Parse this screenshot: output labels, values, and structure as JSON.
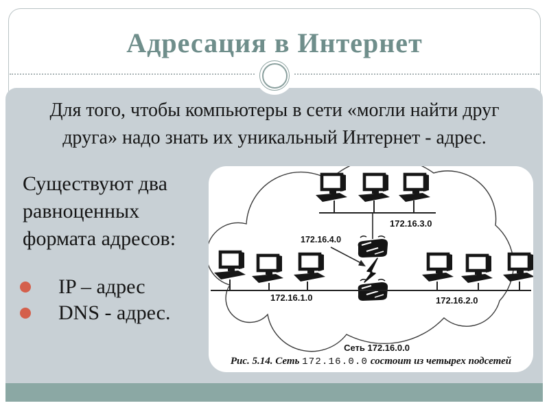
{
  "slide": {
    "title": "Адресация в Интернет",
    "intro": {
      "line1": "Для того, чтобы компьютеры в сети «могли найти друг",
      "line2": "друга» надо знать их уникальный Интернет - адрес."
    },
    "left_text": [
      "Существуют два",
      "равноценных",
      "формата адресов:"
    ],
    "bullets": [
      "IP – адрес",
      "DNS - адрес."
    ]
  },
  "figure": {
    "labels": {
      "subnet3": "172.16.3.0",
      "subnet4": "172.16.4.0",
      "subnet1": "172.16.1.0",
      "subnet2": "172.16.2.0",
      "network": "Сеть 172.16.0.0"
    },
    "caption": {
      "prefix": "Рис. 5.14. Сеть ",
      "ip": "172.16.0.0",
      "suffix": " состоит из четырех подсетей"
    }
  },
  "theme": {
    "accent_teal": "#6f8e8b",
    "band_gray": "#c8d0d5",
    "band_teal": "#8ba8a4",
    "bullet_red": "#d4604c",
    "ink": "#151515"
  }
}
